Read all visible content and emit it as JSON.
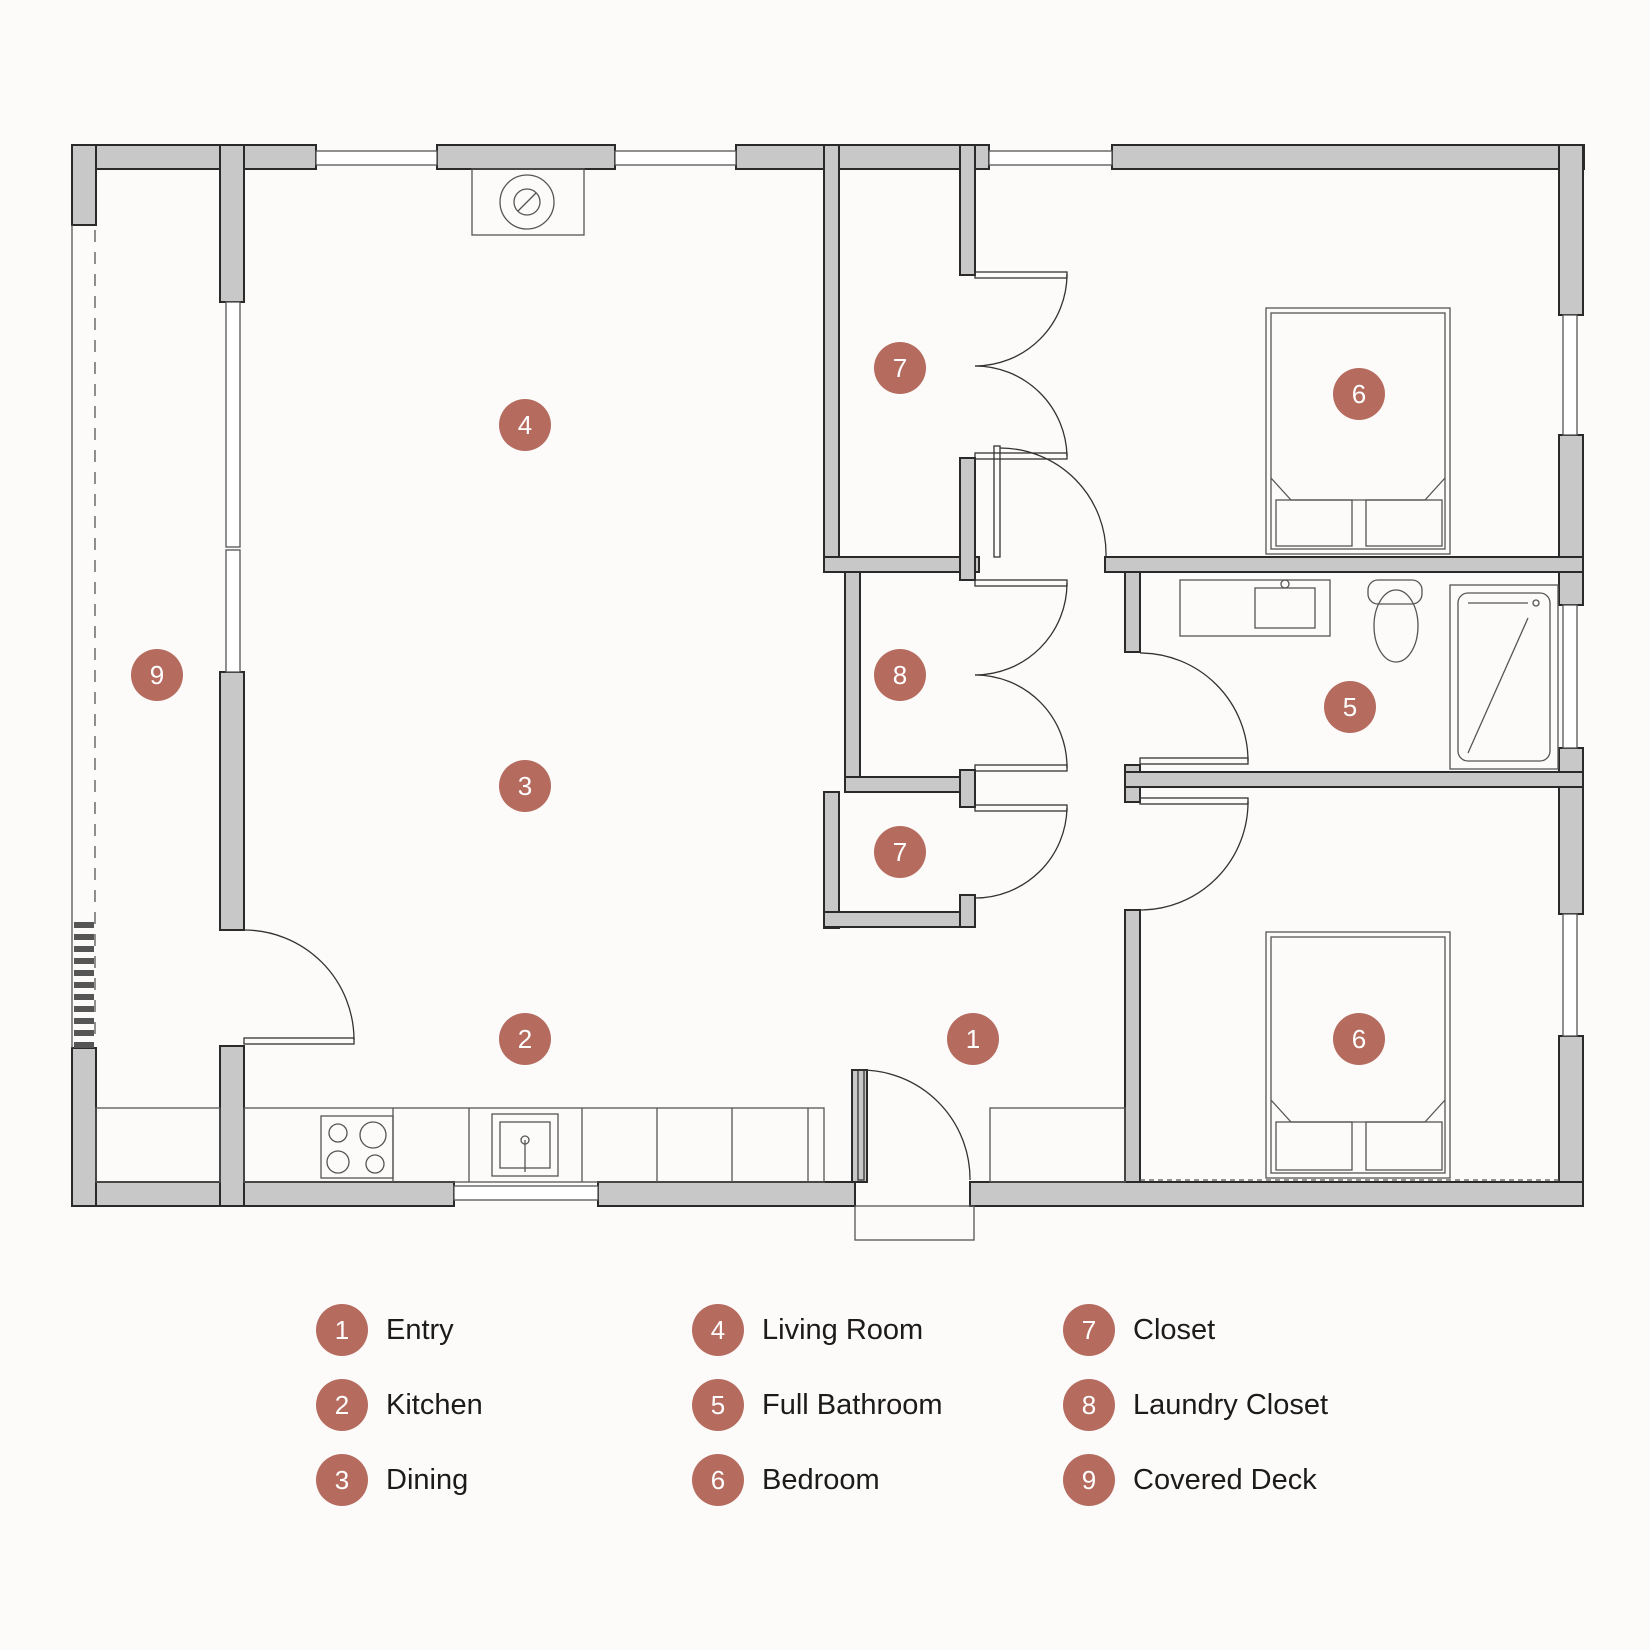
{
  "rooms": [
    {
      "num": "1",
      "name": "Entry"
    },
    {
      "num": "2",
      "name": "Kitchen"
    },
    {
      "num": "3",
      "name": "Dining"
    },
    {
      "num": "4",
      "name": "Living Room"
    },
    {
      "num": "5",
      "name": "Full Bathroom"
    },
    {
      "num": "6",
      "name": "Bedroom"
    },
    {
      "num": "7",
      "name": "Closet"
    },
    {
      "num": "8",
      "name": "Laundry Closet"
    },
    {
      "num": "9",
      "name": "Covered Deck"
    }
  ],
  "colors": {
    "marker": "#b66b5f",
    "wall": "#c8c8c8",
    "background": "#fcfbfa"
  }
}
